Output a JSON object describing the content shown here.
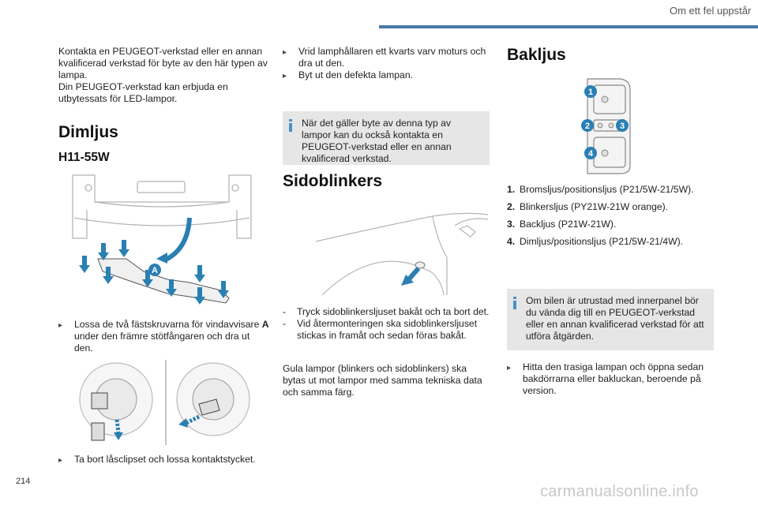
{
  "header": {
    "title": "Om ett fel uppstår"
  },
  "page_number": "214",
  "watermark": "carmanualsonline.info",
  "col1": {
    "intro_1": "Kontakta en PEUGEOT-verkstad eller en annan kvalificerad verkstad för byte av den här typen av lampa.",
    "intro_2": "Din PEUGEOT-verkstad kan erbjuda en utbytessats för LED-lampor.",
    "heading": "Dimljus",
    "subheading": "H11-55W",
    "callout_label": "A",
    "bullet_1_pre": "Lossa de två fästskruvarna för vindavvisare ",
    "bullet_1_bold": "A",
    "bullet_1_post": " under den främre stötfångaren och dra ut den.",
    "bullet_2": "Ta bort låsclipset och lossa kontaktstycket."
  },
  "col2": {
    "bullet_1": "Vrid lamphållaren ett kvarts varv moturs och dra ut den.",
    "bullet_2": "Byt ut den defekta lampan.",
    "note": "När det gäller byte av denna typ av lampor kan du också kontakta en PEUGEOT-verkstad eller en annan kvalificerad verkstad.",
    "heading": "Sidoblinkers",
    "dash_1": "Tryck sidoblinkersljuset bakåt och ta bort det.",
    "dash_2": "Vid återmonteringen ska sidoblinkersljuset stickas in framåt och sedan föras bakåt.",
    "paragraph": "Gula lampor (blinkers och sidoblinkers) ska bytas ut mot lampor med samma tekniska data och samma färg."
  },
  "col3": {
    "heading": "Bakljus",
    "diagram_labels": [
      "1",
      "2",
      "3",
      "4"
    ],
    "items": [
      {
        "num": "1.",
        "text": "Bromsljus/positionsljus (P21/5W-21/5W)."
      },
      {
        "num": "2.",
        "text": "Blinkersljus (PY21W-21W orange)."
      },
      {
        "num": "3.",
        "text": "Backljus (P21W-21W)."
      },
      {
        "num": "4.",
        "text": "Dimljus/positionsljus (P21/5W-21/4W)."
      }
    ],
    "note": "Om bilen är utrustad med innerpanel bör du vända dig till en PEUGEOT-verkstad eller en annan kvalificerad verkstad för att utföra åtgärden.",
    "bullet_1": "Hitta den trasiga lampan och öppna sedan bakdörrarna eller bakluckan, beroende på version."
  },
  "colors": {
    "accent": "#4a7aa6",
    "note_bg": "#e6e6e6",
    "arrow": "#2a7fb3"
  }
}
